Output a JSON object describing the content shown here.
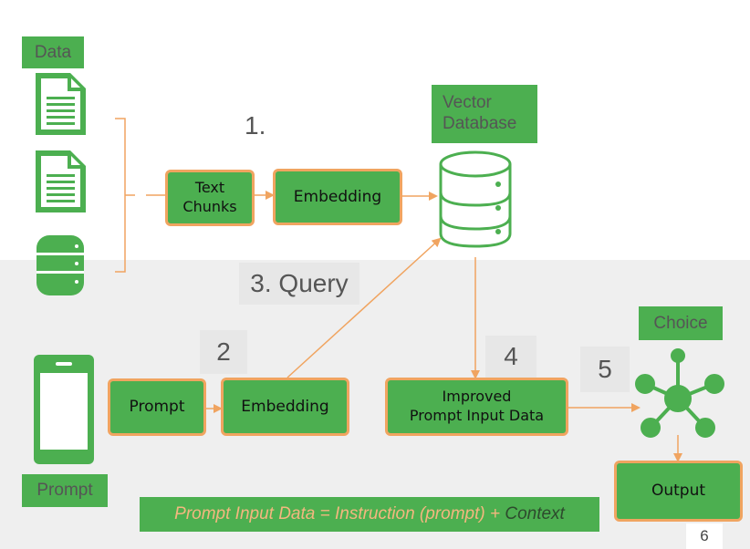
{
  "data_label": "Data",
  "vector_db_label": "Vector\nDatabase",
  "step1": "1.",
  "step2": "2",
  "step3": "3. Query",
  "step4": "4",
  "step5": "5",
  "choice_label": "Choice",
  "prompt_label": "Prompt",
  "boxes": {
    "text_chunks": "Text\nChunks",
    "embedding_top": "Embedding",
    "prompt": "Prompt",
    "embedding_bottom": "Embedding",
    "improved": "Improved\nPrompt Input Data",
    "output": "Output"
  },
  "formula": {
    "part1": "Prompt Input Data = Instruction (prompt) + ",
    "part2": "Context"
  },
  "page_number": "6",
  "colors": {
    "green": "#4caf50",
    "orange": "#f0a460",
    "lower_bg": "#efefef"
  },
  "icons": [
    "document-icon",
    "document-icon",
    "database-icon",
    "database-icon",
    "smartphone-icon",
    "network-hub-icon"
  ]
}
